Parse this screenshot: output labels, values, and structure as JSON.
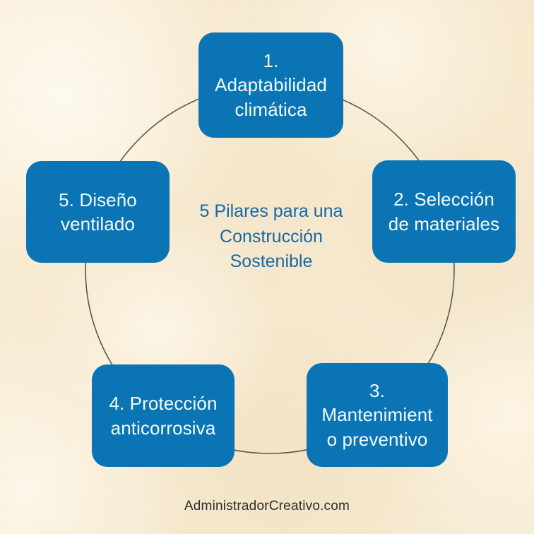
{
  "colors": {
    "box_fill": "#0b74b4",
    "box_text": "#f2fbfe",
    "center_text": "#1668a8",
    "background": "#f7ebd2",
    "ring_stroke": "#4e4d42",
    "footer_text": "#2c2c2c"
  },
  "center": {
    "title": "5 Pilares para una\nConstrucción\nSostenible"
  },
  "pillars": [
    {
      "id": 1,
      "number": "1.",
      "label": "1.\nAdaptabilidad\nclimática"
    },
    {
      "id": 2,
      "number": "2.",
      "label": "2. Selección\nde materiales"
    },
    {
      "id": 3,
      "number": "3.",
      "label": "3.\nMantenimient\no preventivo"
    },
    {
      "id": 4,
      "number": "4.",
      "label": "4. Protección\nanticorrosiva"
    },
    {
      "id": 5,
      "number": "5.",
      "label": "5. Diseño\nventilado"
    }
  ],
  "footer": {
    "credit": "AdministradorCreativo.com"
  }
}
